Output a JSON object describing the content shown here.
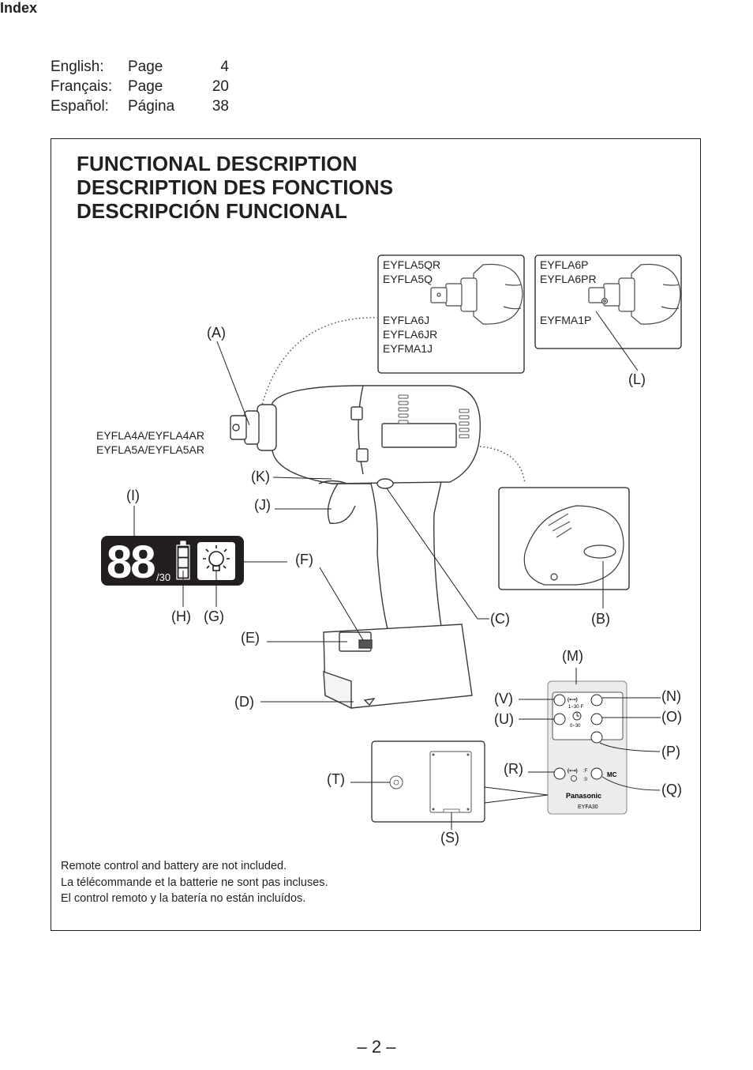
{
  "index": {
    "title": "Index",
    "rows": [
      {
        "language": "English:",
        "word": "Page",
        "number": "4"
      },
      {
        "language": "Français:",
        "word": "Page",
        "number": "20"
      },
      {
        "language": "Español:",
        "word": "Página",
        "number": "38"
      }
    ]
  },
  "headings": [
    "FUNCTIONAL DESCRIPTION",
    "DESCRIPTION DES FONCTIONS",
    "DESCRIPCIÓN FUNCIONAL"
  ],
  "models": {
    "box1_top": [
      "EYFLA5QR",
      "EYFLA5Q"
    ],
    "box1_bottom": [
      "EYFLA6J",
      "EYFLA6JR",
      "EYFMA1J"
    ],
    "box2_top": [
      "EYFLA6P",
      "EYFLA6PR"
    ],
    "box2_bottom": [
      "EYFMA1P"
    ],
    "main_tool": [
      "EYFLA4A/EYFLA4AR",
      "EYFLA5A/EYFLA5AR"
    ]
  },
  "labels": {
    "A": "(A)",
    "B": "(B)",
    "C": "(C)",
    "D": "(D)",
    "E": "(E)",
    "F": "(F)",
    "G": "(G)",
    "H": "(H)",
    "I": "(I)",
    "J": "(J)",
    "K": "(K)",
    "L": "(L)",
    "M": "(M)",
    "N": "(N)",
    "O": "(O)",
    "P": "(P)",
    "Q": "(Q)",
    "R": "(R)",
    "S": "(S)",
    "T": "(T)",
    "U": "(U)",
    "V": "(V)"
  },
  "display": {
    "digits": "88",
    "fraction": "/30"
  },
  "remote": {
    "brand": "Panasonic",
    "model": "EYFA30",
    "range_1": "1~30·F",
    "range_2": "0~30",
    "mc": "MC",
    "f_text": ":F",
    "zero_text": ":0"
  },
  "notes": [
    "Remote control and battery are not included.",
    "La télécommande et la batterie ne sont pas incluses.",
    "El control remoto y la batería no están incluídos."
  ],
  "page_number": "– 2 –"
}
